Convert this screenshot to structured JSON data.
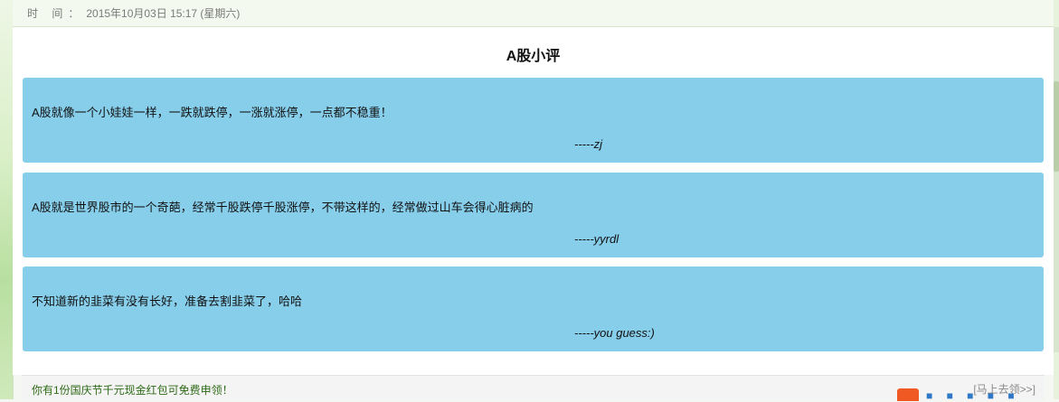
{
  "header": {
    "time_label": "时 间：",
    "time_value": "2015年10月03日 15:17 (星期六)"
  },
  "panel": {
    "title": "A股小评",
    "cards": [
      {
        "content": "A股就像一个小娃娃一样，一跌就跌停，一涨就涨停，一点都不稳重！",
        "author": "-----zj"
      },
      {
        "content": "A股就是世界股市的一个奇葩，经常千股跌停千股涨停，不带这样的，经常做过山车会得心脏病的",
        "author": "-----yyrdl"
      },
      {
        "content": "不知道新的韭菜有没有长好，准备去割韭菜了，哈哈",
        "author": "-----you guess:)"
      }
    ]
  },
  "footer": {
    "promo": "你有1份国庆节千元现金红包可免费申领！",
    "claim_link": "[马上去领>>]"
  },
  "colors": {
    "card_bg": "#87ceeb",
    "promo_text": "#2e6b18",
    "page_bg": "#f5f8f2"
  }
}
